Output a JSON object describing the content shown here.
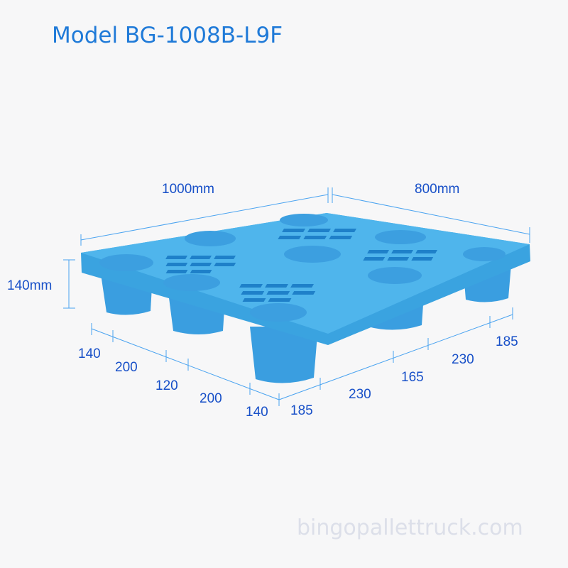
{
  "title": "Model BG-1008B-L9F",
  "watermark": "bingopallettruck.com",
  "colors": {
    "title": "#1f7ad8",
    "dimension_text": "#1850c8",
    "dimension_lines": "#4aa3f0",
    "pallet_top": "#4fb3ea",
    "pallet_side": "#3aa0dc",
    "pallet_hole": "#1a7fc8",
    "background": "#f7f7f8"
  },
  "dimensions": {
    "length": "1000mm",
    "width": "800mm",
    "height": "140mm",
    "length_segments": [
      "140",
      "200",
      "120",
      "200",
      "140"
    ],
    "width_segments": [
      "185",
      "230",
      "165",
      "230",
      "185"
    ]
  }
}
